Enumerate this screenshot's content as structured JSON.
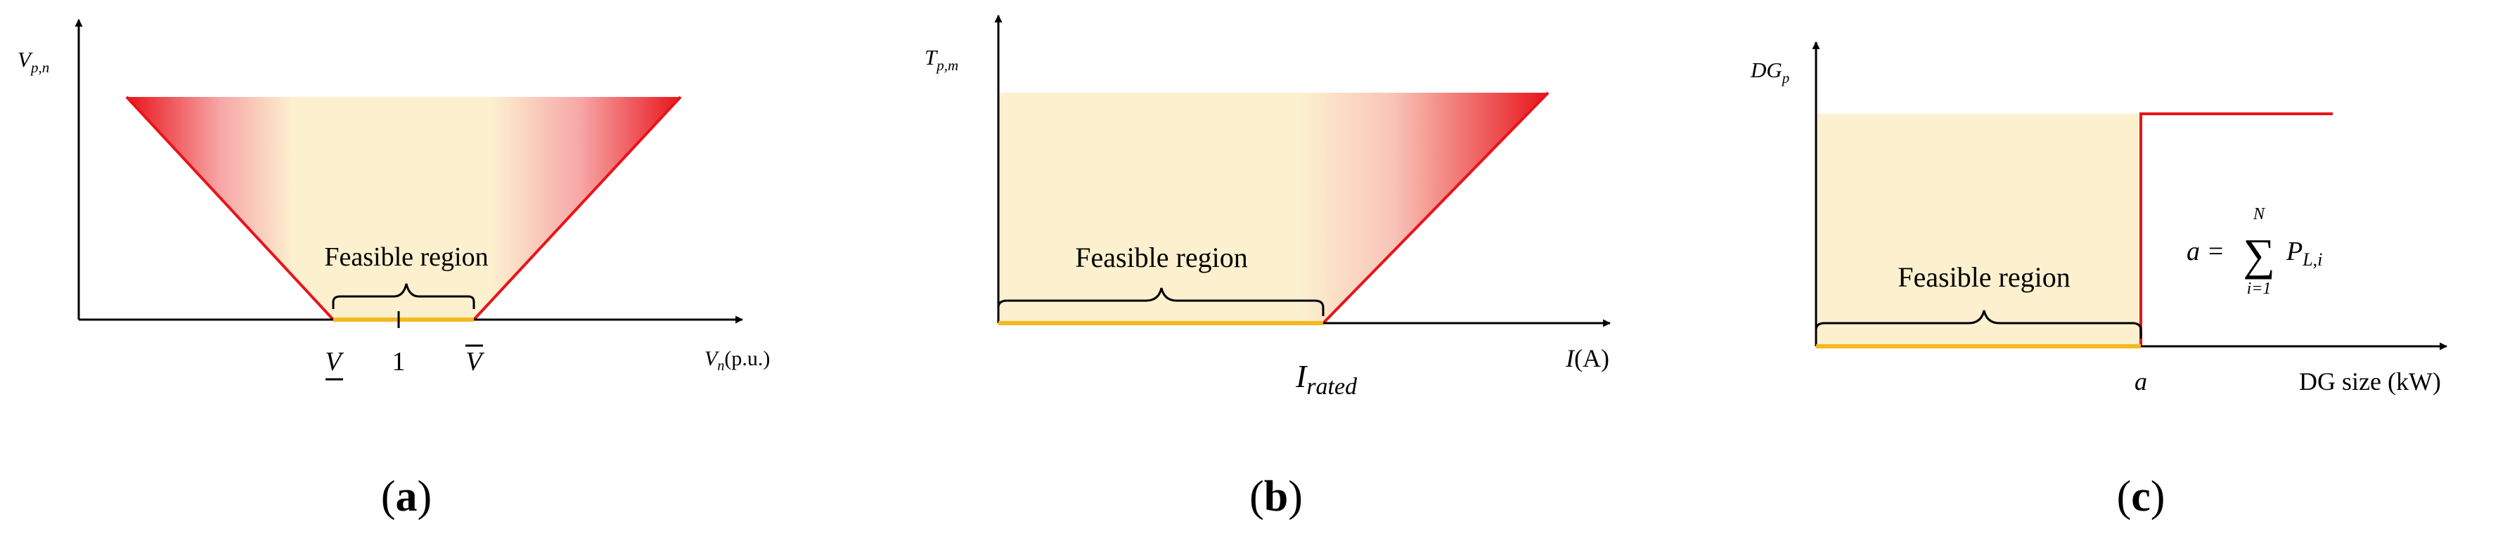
{
  "panel_a": {
    "y_axis_label": "V",
    "y_axis_sub": "p,n",
    "x_axis_label_var": "V",
    "x_axis_label_sub": "n",
    "x_axis_label_unit": "(p.u.)",
    "region_label": "Feasible region",
    "tick_low": "V",
    "tick_mid": "1",
    "tick_high": "V",
    "caption_letter": "a"
  },
  "panel_b": {
    "y_axis_label": "T",
    "y_axis_sub": "p,m",
    "x_axis_label": "I",
    "x_axis_unit": "(A)",
    "region_label": "Feasible region",
    "x_tick_main": "I",
    "x_tick_sub": "rated",
    "caption_letter": "b"
  },
  "panel_c": {
    "y_axis_label": "DG",
    "y_axis_sub": "p",
    "x_axis_label": "DG size (kW)",
    "x_tick": "a",
    "region_label": "Feasible region",
    "formula_lhs": "a =",
    "formula_upper": "N",
    "formula_sigma": "∑",
    "formula_lower": "i=1",
    "formula_term": "P",
    "formula_term_sub": "L,i",
    "caption_letter": "c"
  },
  "colors": {
    "feasible_fill": "#fdf0cf",
    "boundary_red": "#e8141b",
    "feasible_axis": "#f5b820",
    "axis": "#000000"
  }
}
